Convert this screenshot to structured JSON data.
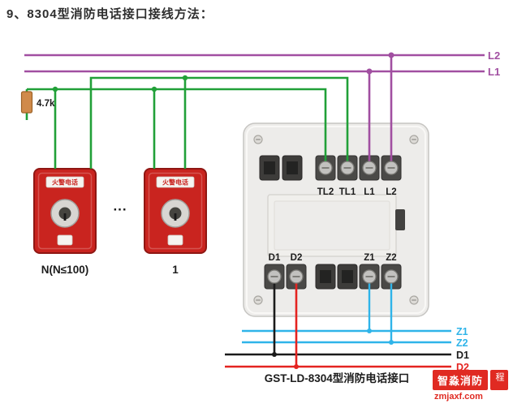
{
  "title": "9、8304型消防电话接口接线方法：",
  "bus_lines": {
    "l2": "L2",
    "l1": "L1"
  },
  "resistor_value": "4.7k",
  "phones": {
    "jack_label": "火警电话",
    "ellipsis": "···",
    "count_label": "N(N≤100)",
    "first_label": "1"
  },
  "module": {
    "top_terminals": [
      "TL2",
      "TL1",
      "L1",
      "L2"
    ],
    "bottom_terminals": [
      "D1",
      "D2",
      "Z1",
      "Z2"
    ],
    "caption": "GST-LD-8304型消防电话接口"
  },
  "output_lines": {
    "z1": "Z1",
    "z2": "Z2",
    "d1": "D1",
    "d2": "D2"
  },
  "watermark": {
    "brand": "智淼消防",
    "tail": "程",
    "url": "zmjaxf.com"
  },
  "colors": {
    "purple": "#a14fa1",
    "green": "#21a038",
    "blue": "#2fb4e9",
    "wireblack": "#1b1b1b",
    "wirered": "#e42320",
    "resistor": "#d08a4a",
    "phonered": "#c9241f",
    "plate": "#edecea",
    "watermarkred": "#e02a22"
  }
}
